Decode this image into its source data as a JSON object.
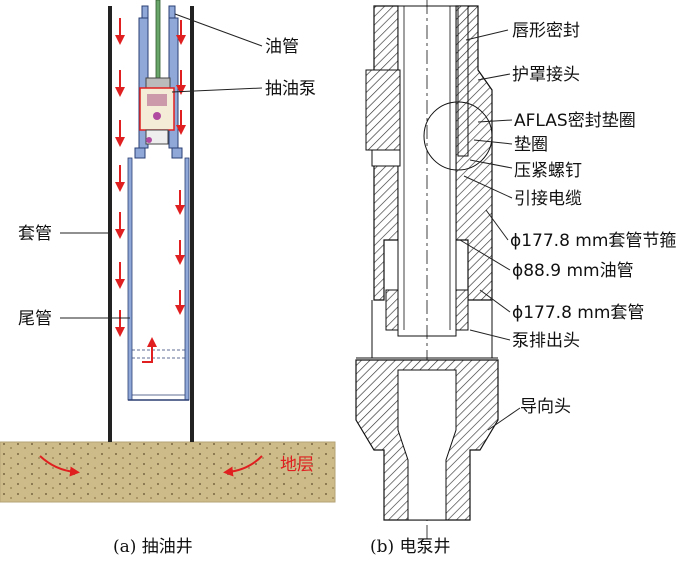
{
  "panel_a": {
    "caption": "(a) 抽油井",
    "labels": {
      "tubing": "油管",
      "pump": "抽油泵",
      "casing": "套管",
      "tail_pipe": "尾管",
      "formation": "地层"
    }
  },
  "panel_b": {
    "caption": "(b) 电泵井",
    "labels": {
      "lip_seal": "唇形密封",
      "shield_joint": "护罩接头",
      "aflas_seal": "AFLAS密封垫圈",
      "washer": "垫圈",
      "set_screw": "压紧螺钉",
      "lead_cable": "引接电缆",
      "casing_coupling": "ϕ177.8 mm套管节箍",
      "tubing_889": "ϕ88.9 mm油管",
      "casing_1778": "ϕ177.8 mm套管",
      "pump_discharge": "泵排出头",
      "guide_head": "导向头"
    }
  },
  "colors": {
    "flow_arrow": "#e02020",
    "tubing_blue": "#8fa8d8",
    "formation": "#cdbb8a",
    "hatch": "#333333"
  },
  "icons": {
    "flow": "down-arrow-icon",
    "formation_flow": "curved-arrow-icon"
  }
}
